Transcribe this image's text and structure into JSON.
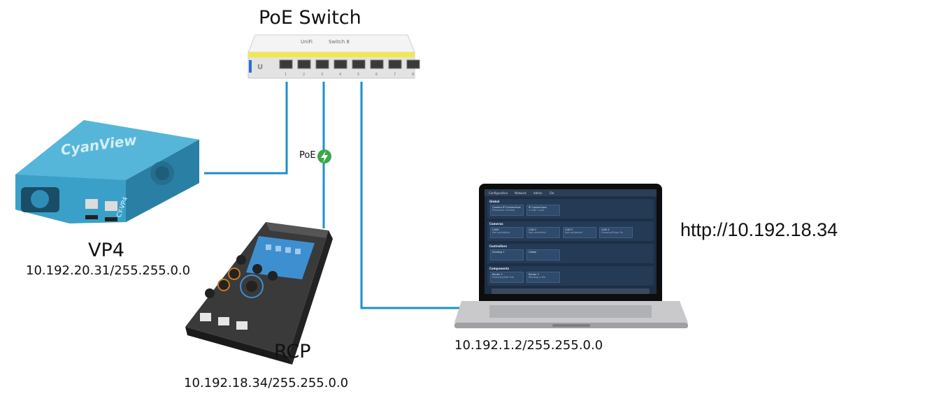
{
  "switch": {
    "title": "PoE Switch",
    "brand": "UniFi",
    "model": "Switch 8",
    "ports": [
      "1",
      "2",
      "3",
      "4",
      "5",
      "6",
      "7",
      "8"
    ],
    "poe_label": "PoE"
  },
  "vp4": {
    "title": "VP4",
    "ip": "10.192.20.31/255.255.0.0",
    "logo_text": "CyanView",
    "side_text": "CY-VP4"
  },
  "rcp": {
    "title": "RCP",
    "ip": "10.192.18.34/255.255.0.0"
  },
  "laptop": {
    "ip": "10.192.1.2/255.255.0.0",
    "url": "http://10.192.18.34",
    "screen": {
      "menu": [
        "Configuration",
        "Network",
        "Admin",
        "File"
      ],
      "sections": [
        {
          "name": "Global",
          "items": [
            {
              "title": "Camera IP Connections",
              "sub": "Production Control"
            },
            {
              "title": "IP Connections",
              "sub": "1 LAN  2 LAN"
            }
          ]
        },
        {
          "name": "Cameras",
          "items": [
            {
              "title": "CAM1",
              "sub": "Not controlled"
            },
            {
              "title": "CAM 2",
              "sub": "Not controlled"
            },
            {
              "title": "CAM 3",
              "sub": "Not controlled"
            },
            {
              "title": "CAM 4",
              "sub": "Camera/Ctrlps On"
            }
          ]
        },
        {
          "name": "Controllers",
          "items": [
            {
              "title": "Shading 1",
              "sub": ""
            },
            {
              "title": "Global",
              "sub": ""
            }
          ]
        },
        {
          "name": "Components",
          "items": [
            {
              "title": "Router 1",
              "sub": "ProAudio/Soft link"
            },
            {
              "title": "Router 1",
              "sub": "Reading a file"
            }
          ]
        }
      ]
    }
  },
  "colors": {
    "line": "#1b8fc9",
    "poe_badge": "#3aa84a",
    "vp4_body": "#3aa0c8",
    "switch_body": "#e6e6e6",
    "switch_stripe": "#f2e84a",
    "laptop_screen": "#1d2f45",
    "laptop_body": "#c9c9cc"
  }
}
